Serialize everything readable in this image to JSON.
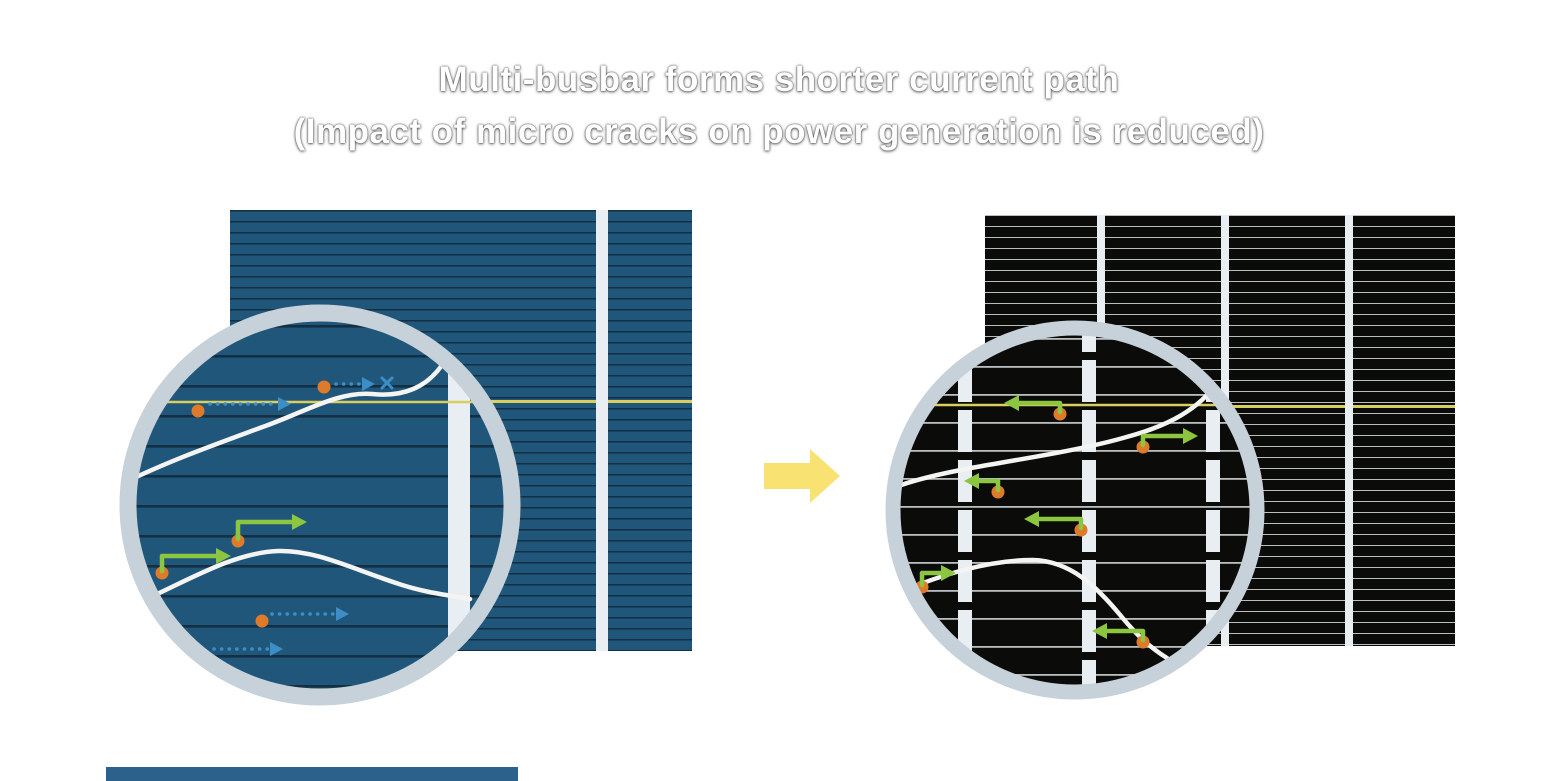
{
  "title": {
    "line1": "Multi-busbar forms shorter current path",
    "line2": "(Impact of micro cracks on power generation is reduced)"
  },
  "colors": {
    "background": "#ffffff",
    "title_text": "#ffffff",
    "cell_left_fill": "#20567a",
    "cell_left_line": "#122f44",
    "cell_right_fill": "#0b0b09",
    "cell_right_line": "#b9bebe",
    "busbar": "#e9eef2",
    "magnifier_ring": "#c7d1d9",
    "crack": "#f4f4f2",
    "electron_dot": "#e07a2b",
    "long_path_arrow": "#3d8ec6",
    "short_path_arrow": "#8cc53f",
    "highlight_finger": "#d8cf5e",
    "transition_arrow": "#f8e271",
    "bottom_strip": "#2b618a"
  },
  "icons": {
    "transition_arrow": "right-block-arrow",
    "blocked_path_mark": "x-cross",
    "electron": "orange-dot"
  }
}
